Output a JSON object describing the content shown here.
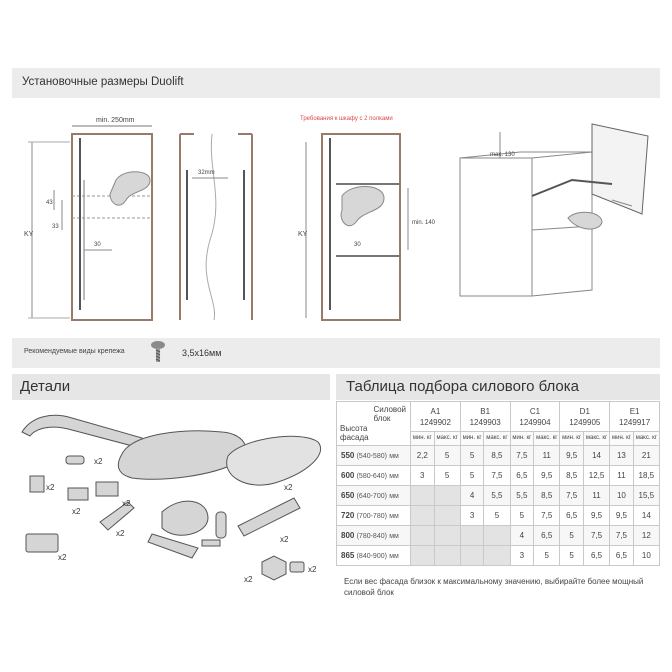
{
  "section": {
    "dimensions_title": "Установочные размеры Duolift",
    "min_width": "min. 250mm",
    "shelf_requirement": "Требования к шкафу с 2 полками",
    "dim_32": "32mm",
    "dim_43": "43",
    "dim_33": "33",
    "dim_30a": "30",
    "dim_30b": "30",
    "ky_a": "KY",
    "ky_b": "KY",
    "max_130": "max. 130",
    "min_140": "min. 140"
  },
  "mounting": {
    "label": "Рекомендуемые виды крепежа",
    "screw": "3,5x16мм"
  },
  "details": {
    "title": "Детали",
    "qty": [
      "x2",
      "x2",
      "x2",
      "x2",
      "x2",
      "x2",
      "x2",
      "x2",
      "x2",
      "x2"
    ]
  },
  "table": {
    "title": "Таблица подбора силового блока",
    "corner_top": [
      "Силовой",
      "блок"
    ],
    "corner_bottom": [
      "Высота",
      "фасада"
    ],
    "models": [
      {
        "name": "A1",
        "code": "1249902"
      },
      {
        "name": "B1",
        "code": "1249903"
      },
      {
        "name": "C1",
        "code": "1249904"
      },
      {
        "name": "D1",
        "code": "1249905"
      },
      {
        "name": "E1",
        "code": "1249917"
      }
    ],
    "sub_min": "мин. кг",
    "sub_max": "макс. кг",
    "rows": [
      {
        "h": "550",
        "range": "(540-580)",
        "unit": "мм",
        "v": [
          "2,2",
          "5",
          "5",
          "8,5",
          "7,5",
          "11",
          "9,5",
          "14",
          "13",
          "21"
        ]
      },
      {
        "h": "600",
        "range": "(580-640)",
        "unit": "мм",
        "v": [
          "3",
          "5",
          "5",
          "7,5",
          "6,5",
          "9,5",
          "8,5",
          "12,5",
          "11",
          "18,5"
        ]
      },
      {
        "h": "650",
        "range": "(640-700)",
        "unit": "мм",
        "v": [
          "",
          "",
          "4",
          "5,5",
          "5,5",
          "8,5",
          "7,5",
          "11",
          "10",
          "15,5"
        ]
      },
      {
        "h": "720",
        "range": "(700-780)",
        "unit": "мм",
        "v": [
          "",
          "",
          "3",
          "5",
          "5",
          "7,5",
          "6,5",
          "9,5",
          "9,5",
          "14"
        ]
      },
      {
        "h": "800",
        "range": "(780-840)",
        "unit": "мм",
        "v": [
          "",
          "",
          "",
          "",
          "4",
          "6,5",
          "5",
          "7,5",
          "7,5",
          "12"
        ]
      },
      {
        "h": "865",
        "range": "(840-900)",
        "unit": "мм",
        "v": [
          "",
          "",
          "",
          "",
          "3",
          "5",
          "5",
          "6,5",
          "6,5",
          "10"
        ]
      }
    ],
    "note": "Если вес фасада близок к максимальному значению, выбирайте более мощный силовой блок"
  }
}
